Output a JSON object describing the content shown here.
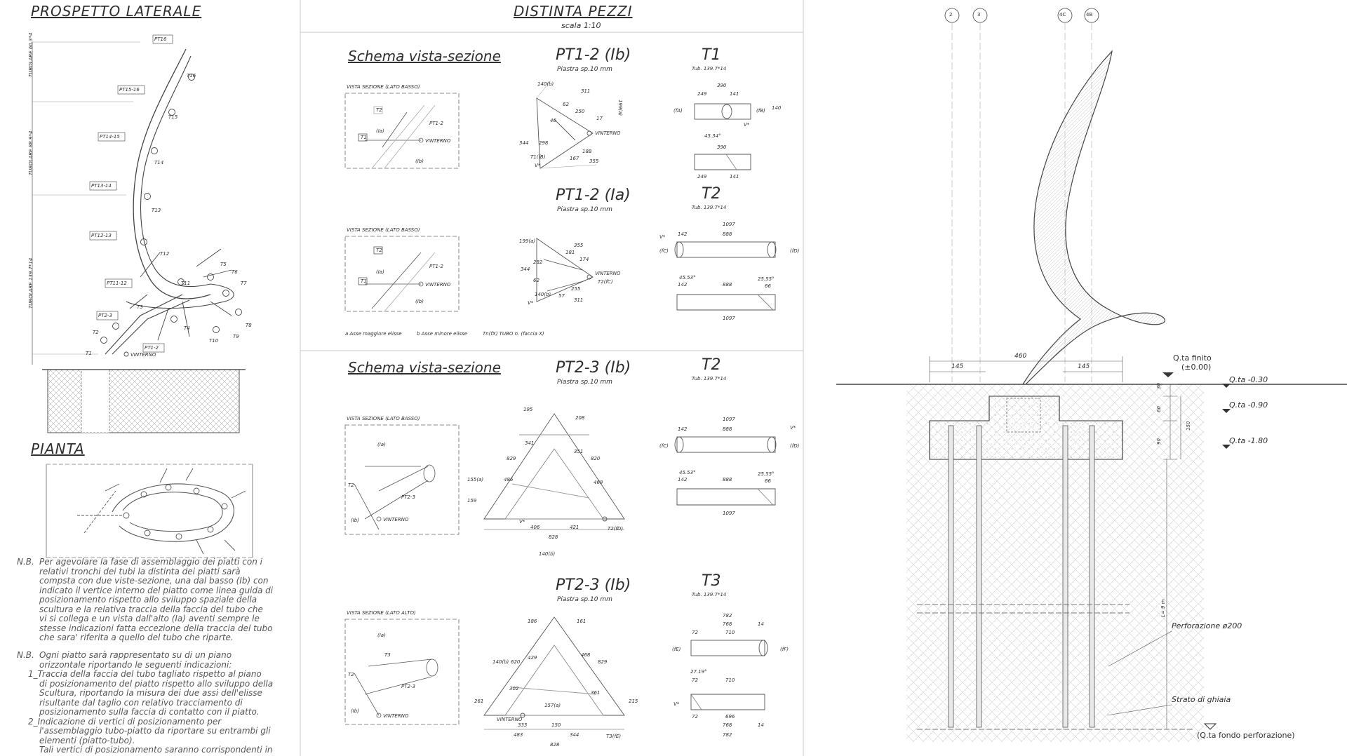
{
  "titles": {
    "prospetto": "PROSPETTO LATERALE",
    "pianta": "PIANTA",
    "distinta": "DISTINTA PEZZI",
    "scala": "scala 1:10",
    "schema1": "Schema vista-sezione",
    "schema2": "Schema vista-sezione"
  },
  "tubolari": [
    "TUBOLARE 60.3*4",
    "TUBOLARE 88.9*4",
    "TUBOLARE 139.7*14"
  ],
  "side_labels": [
    "PT16",
    "T16",
    "PT15-16",
    "T15",
    "PT14-15",
    "T14",
    "PT13-14",
    "T13",
    "PT12-13",
    "T12",
    "PT11-12",
    "T11",
    "T5",
    "T6",
    "T7",
    "T8",
    "T9",
    "T10",
    "T4",
    "T3",
    "PT2-3",
    "T2",
    "T1",
    "PT1-2",
    "VINTERNO"
  ],
  "pieces": {
    "pt12_ib": {
      "title": "PT1-2 (Ib)",
      "sub": "Piastra sp.10 mm",
      "dims": [
        "140(b)",
        "311",
        "199(a)",
        "62",
        "250",
        "46",
        "17",
        "344",
        "298",
        "167",
        "188",
        "355",
        "T1(fB)",
        "V*",
        "VINTERNO"
      ]
    },
    "pt12_ia": {
      "title": "PT1-2 (Ia)",
      "sub": "Piastra sp.10 mm",
      "dims": [
        "199(a)",
        "355",
        "181",
        "174",
        "344",
        "282",
        "62",
        "255",
        "57",
        "311",
        "140(b)",
        "T2(fC)",
        "V*",
        "VINTERNO"
      ]
    },
    "pt23_ib": {
      "title": "PT2-3 (Ib)",
      "sub": "Piastra sp.10 mm",
      "dims": [
        "195",
        "208",
        "829",
        "341",
        "351",
        "820",
        "486",
        "469",
        "155(a)",
        "159",
        "406",
        "421",
        "828",
        "140(b)",
        "V*",
        "T2(fD)"
      ]
    },
    "pt23_ib2": {
      "title": "PT2-3 (Ib)",
      "sub": "Piastra sp.10 mm",
      "dims": [
        "186",
        "161",
        "140(b)",
        "620",
        "429",
        "468",
        "829",
        "302",
        "361",
        "261",
        "215",
        "157(a)",
        "333",
        "150",
        "483",
        "344",
        "828",
        "T3(fE)",
        "VINTERNO"
      ]
    }
  },
  "tubes": {
    "t1": {
      "title": "T1",
      "sub": "Tub. 139.7*14",
      "dims": [
        "390",
        "249",
        "141",
        "(fA)",
        "(fB)",
        "140",
        "45.34°",
        "390",
        "249",
        "141",
        "V*"
      ]
    },
    "t2": {
      "title": "T2",
      "sub": "Tub. 139.7*14",
      "dims": [
        "1097",
        "142",
        "888",
        "(fC)",
        "(fD)",
        "45.53°",
        "142",
        "888",
        "25.55°",
        "66",
        "1097",
        "V*"
      ]
    },
    "t2b": {
      "title": "T2",
      "sub": "Tub. 139.7*14",
      "dims": [
        "1097",
        "142",
        "888",
        "(fC)",
        "(fD)",
        "45.53°",
        "142",
        "888",
        "25.55°",
        "66",
        "1097",
        "V*"
      ]
    },
    "t3": {
      "title": "T3",
      "sub": "Tub. 139.7*14",
      "dims": [
        "782",
        "768",
        "14",
        "72",
        "710",
        "(fE)",
        "(fF)",
        "27.19°",
        "72",
        "710",
        "72",
        "696",
        "768",
        "14",
        "782",
        "V*"
      ]
    }
  },
  "vista_labels": {
    "vs_basso": "VISTA SEZIONE (LATO BASSO)",
    "vs_alto": "VISTA SEZIONE (LATO ALTO)",
    "ia": "(Ia)",
    "ib": "(Ib)",
    "t1": "T1",
    "t2": "T2",
    "t3": "T3",
    "pt12": "PT1-2",
    "pt23": "PT2-3",
    "vint": "VINTERNO"
  },
  "legend": [
    "a Asse maggiore elisse",
    "b Asse minore elisse",
    "Tn(fX) TUBO n. (faccia X)"
  ],
  "notes": {
    "nb1_label": "N.B.",
    "nb1": [
      "Per agevolare la fase di assemblaggio dei piatti  con i",
      "relativi tronchi dei tubi la distinta dei piatti sarà",
      "compsta con due viste-sezione, una dal basso (Ib) con",
      "indicato il vertice interno del piatto come linea guida di",
      "posizionamento rispetto allo sviluppo spaziale della",
      "scultura e la relativa traccia della faccia del tubo che",
      "vi si collega e un vista dall'alto (Ia) aventi sempre le",
      "stesse indicazioni fatta eccezione della traccia del tubo",
      "che sara' riferita a quello del tubo che riparte."
    ],
    "nb2_label": "N.B.",
    "nb2": [
      "Ogni piatto sarà rappresentato su di un piano",
      "orizzontale riportando le seguenti indicazioni:",
      "1_Traccia della faccia del tubo tagliato rispetto al piano",
      "  di posizionamento del piatto rispetto allo sviluppo della",
      "  Scultura, riportando la misura dei due assi dell'elisse",
      "  risultante dal taglio con relativo tracciamento di",
      "  posizionamento sulla faccia di contatto con il piatto.",
      "2_Indicazione di vertici di posizionamento per",
      "  l'assemblaggio tubo-piatto da riportare su entrambi gli",
      "  elementi (piatto-tubo).",
      "  Tali vertici di posizionamento saranno corrispondenti in"
    ]
  },
  "foundation": {
    "axes": [
      "2",
      "3",
      "4C",
      "4B"
    ],
    "dims": [
      "460",
      "145",
      "145",
      "30",
      "60",
      "150",
      "90",
      "L= 9 m"
    ],
    "levels": [
      "Q.ta finito",
      "(±0.00)",
      "Q.ta -0.30",
      "Q.ta -0.90",
      "Q.ta -1.80"
    ],
    "perforazione": "Perforazione ø200",
    "ghiaia": "Strato di ghiaia",
    "fondo": "(Q.ta fondo perforazione)"
  }
}
